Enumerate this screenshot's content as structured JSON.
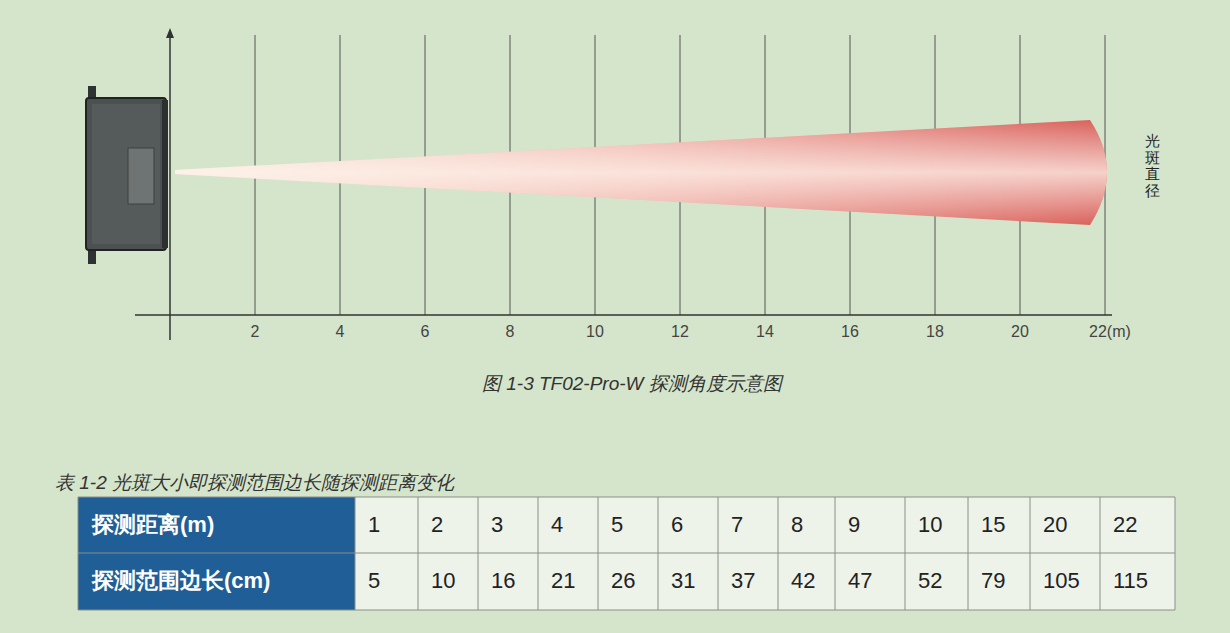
{
  "diagram": {
    "caption": "图 1-3 TF02-Pro-W 探测角度示意图",
    "labels": [
      "2",
      "4",
      "6",
      "8",
      "10",
      "12",
      "14",
      "16",
      "18",
      "20",
      "22(m)",
      "光斑直径",
      "表 1-2 光斑大小即探测范围边长随探测距离变化",
      "探测距离(m)",
      "1",
      "2",
      "3",
      "4",
      "5",
      "6",
      "7",
      "8",
      "9",
      "10",
      "15",
      "20",
      "22",
      "探测范围边长(cm)",
      "5",
      "10",
      "16",
      "21",
      "26",
      "31",
      "37",
      "42",
      "47",
      "52",
      "79",
      "105",
      "115"
    ]
  }
}
